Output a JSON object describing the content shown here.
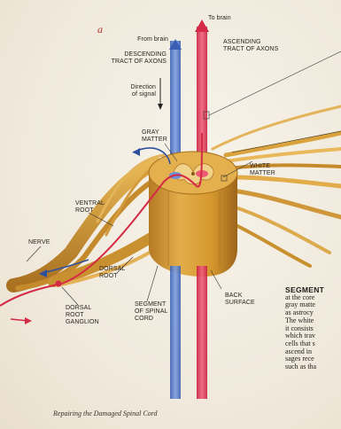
{
  "figure_letter": "a",
  "labels": {
    "to_brain": "To brain",
    "from_brain": "From brain",
    "descending": [
      "DESCENDING",
      "TRACT OF AXONS"
    ],
    "ascending": [
      "ASCENDING",
      "TRACT OF AXONS"
    ],
    "direction": [
      "Direction",
      "of signal"
    ],
    "gray_matter": [
      "GRAY",
      "MATTER"
    ],
    "white_matter": [
      "WHITE",
      "MATTER"
    ],
    "ventral_root": [
      "VENTRAL",
      "ROOT"
    ],
    "nerve": "NERVE",
    "dorsal_root": [
      "DORSAL",
      "ROOT"
    ],
    "dorsal_root_ganglion": [
      "DORSAL",
      "ROOT",
      "GANGLION"
    ],
    "segment": [
      "SEGMENT",
      "OF SPINAL",
      "CORD"
    ],
    "back_surface": [
      "BACK",
      "SURFACE"
    ]
  },
  "side_text": {
    "heading": "SEGMENT",
    "lines": [
      "at the core",
      "gray matte",
      "as astrocy",
      "The white",
      "it consists",
      "which trav",
      "cells that s",
      "ascend in",
      "sages rece",
      "such as tha"
    ]
  },
  "caption": "Repairing the Damaged Spinal Cord",
  "colors": {
    "blue_tract": "#4a72c8",
    "red_tract": "#e0304a",
    "cord": "#d9a23c",
    "cord_dark": "#a66e1c",
    "accent_letter": "#b2322a"
  }
}
